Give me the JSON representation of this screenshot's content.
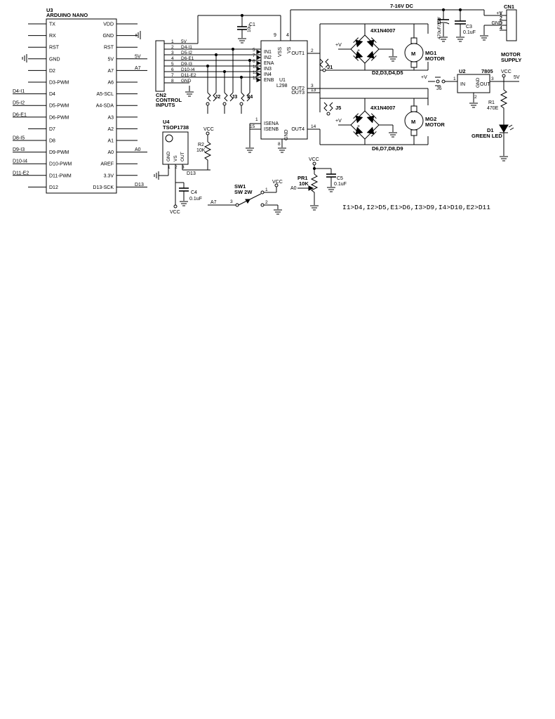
{
  "arduino": {
    "ref": "U3",
    "name": "ARDUINO NANO",
    "left_pins": [
      "TX",
      "RX",
      "RST",
      "GND",
      "D2",
      "D3-PWM",
      "D4",
      "D5-PWM",
      "D6-PWM",
      "D7",
      "D8",
      "D9-PWM",
      "D10-PWM",
      "D11-PWM",
      "D12"
    ],
    "right_pins": [
      "VDD",
      "GND",
      "RST",
      "5V",
      "A7",
      "A6",
      "A5-SCL",
      "A4-SDA",
      "A3",
      "A2",
      "A1",
      "A0",
      "AREF",
      "3.3V",
      "D13-SCK"
    ],
    "left_nets": [
      "",
      "",
      "",
      "",
      "",
      "",
      "D4-I1",
      "D5-I2",
      "D6-E1",
      "",
      "D8-I5",
      "D9-I3",
      "D10-I4",
      "D11-E2",
      ""
    ],
    "right_nets": [
      "",
      "",
      "",
      "5V",
      "A7",
      "",
      "",
      "",
      "",
      "",
      "",
      "A0",
      "",
      "",
      "D13"
    ]
  },
  "connector_cn2": {
    "ref": "CN2",
    "label_1": "CONTROL",
    "label_2": "INPUTS",
    "pins": [
      "1",
      "2",
      "3",
      "4",
      "5",
      "6",
      "7",
      "8"
    ],
    "nets": [
      "5V",
      "D4-I1",
      "D5-I2",
      "D6-E1",
      "D9-I3",
      "D10-I4",
      "D11-E2",
      "GND"
    ]
  },
  "driver": {
    "ref": "U1",
    "name": "L298",
    "vss": "VSS",
    "vs": "VS",
    "pin_vss": "9",
    "pin_vs": "4",
    "inputs": [
      "IN1",
      "IN2",
      "ENA",
      "IN3",
      "IN4",
      "ENB"
    ],
    "input_pins": [
      "5",
      "7",
      "6",
      "10",
      "12",
      "11"
    ],
    "outputs": [
      "OUT1",
      "OUT2",
      "OUT3",
      "OUT4"
    ],
    "output_pins": [
      "2",
      "3",
      "13",
      "14"
    ],
    "isena": "ISENA",
    "isenb": "ISENB",
    "pin_isena": "1",
    "pin_isenb": "15",
    "gnd": "GND",
    "pin_gnd": "8"
  },
  "capacitors": {
    "c1_ref": "C1",
    "c1_val": "10u",
    "c2_ref": "C2",
    "c2_val": "470uF/35V",
    "c3_ref": "C3",
    "c3_val": "0.1uF",
    "c4_ref": "C4",
    "c4_val": "0.1uF",
    "c5_ref": "C5",
    "c5_val": "0.1uF"
  },
  "motors": {
    "diodes_part": "4X1N4007",
    "mg1_diodes": "D2,D3,D4,D5",
    "mg2_diodes": "D6,D7,D8,D9",
    "mg1_ref": "MG1",
    "mg2_ref": "MG2",
    "motor_label": "MOTOR",
    "m_glyph": "M",
    "plus_v": "+V"
  },
  "jumpers": [
    "J1",
    "J2",
    "J3",
    "J4",
    "J5",
    "J6"
  ],
  "supply": {
    "title": "7-16V DC",
    "cn1_ref": "CN1",
    "cn1_pins": [
      "+V",
      "2",
      "GND",
      "4"
    ],
    "cn1_nums": [
      "1",
      "2",
      "3",
      "4"
    ],
    "motor_supply_1": "MOTOR",
    "motor_supply_2": "SUPPLY"
  },
  "regulator": {
    "ref": "U2",
    "name": "7805",
    "in": "IN",
    "out": "OUT",
    "gnd": "GND",
    "pin_in": "1",
    "pin_gnd": "2",
    "pin_out": "3",
    "vcc": "VCC",
    "five_v": "5V",
    "plus_v": "+V",
    "jumper": "J6"
  },
  "led": {
    "r1_ref": "R1",
    "r1_val": "470E",
    "d1_ref": "D1",
    "d1_val": "GREEN LED"
  },
  "ir": {
    "ref": "U4",
    "name": "TSOP1738",
    "pins": [
      "GND",
      "VS",
      "OUT"
    ],
    "pin_nums": [
      "1",
      "2",
      "3"
    ],
    "r2_ref": "R2",
    "r2_val": "10K",
    "vcc": "VCC",
    "net": "D13"
  },
  "switch": {
    "ref": "SW1",
    "name": "SW 2W",
    "pins": [
      "3",
      "1",
      "2"
    ],
    "net": "A7",
    "vcc": "VCC"
  },
  "pot": {
    "ref": "PR1",
    "val": "10K",
    "net": "A0",
    "vcc": "VCC"
  },
  "mapping_note": "I1>D4,I2>D5,E1>D6,I3>D9,I4>D10,E2>D11"
}
